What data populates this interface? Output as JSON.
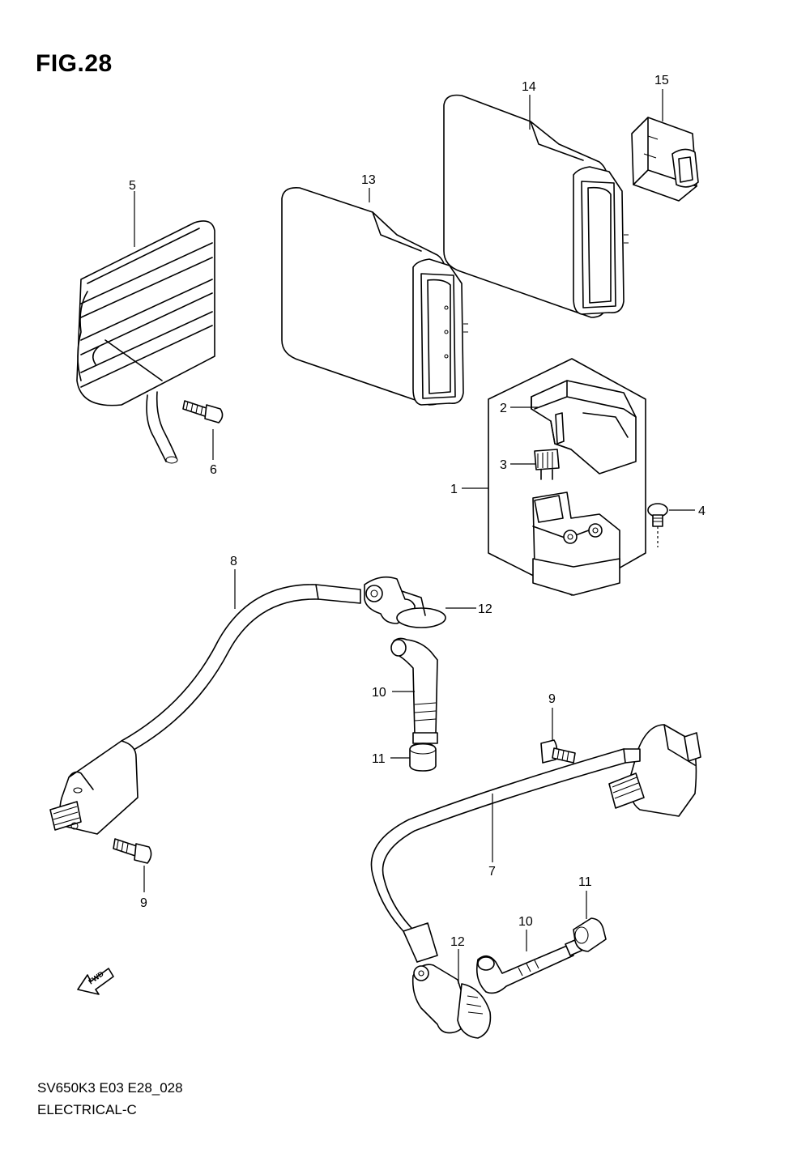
{
  "figure": {
    "title": "FIG.28",
    "code": "SV650K3 E03 E28_028",
    "name": "ELECTRICAL-C",
    "fwd_label": "FWD"
  },
  "callouts": {
    "c1": "1",
    "c2": "2",
    "c3": "3",
    "c4": "4",
    "c5": "5",
    "c6": "6",
    "c7": "7",
    "c8": "8",
    "c9a": "9",
    "c9b": "9",
    "c10a": "10",
    "c10b": "10",
    "c11a": "11",
    "c11b": "11",
    "c12a": "12",
    "c12b": "12",
    "c13": "13",
    "c14": "14",
    "c15": "15"
  }
}
